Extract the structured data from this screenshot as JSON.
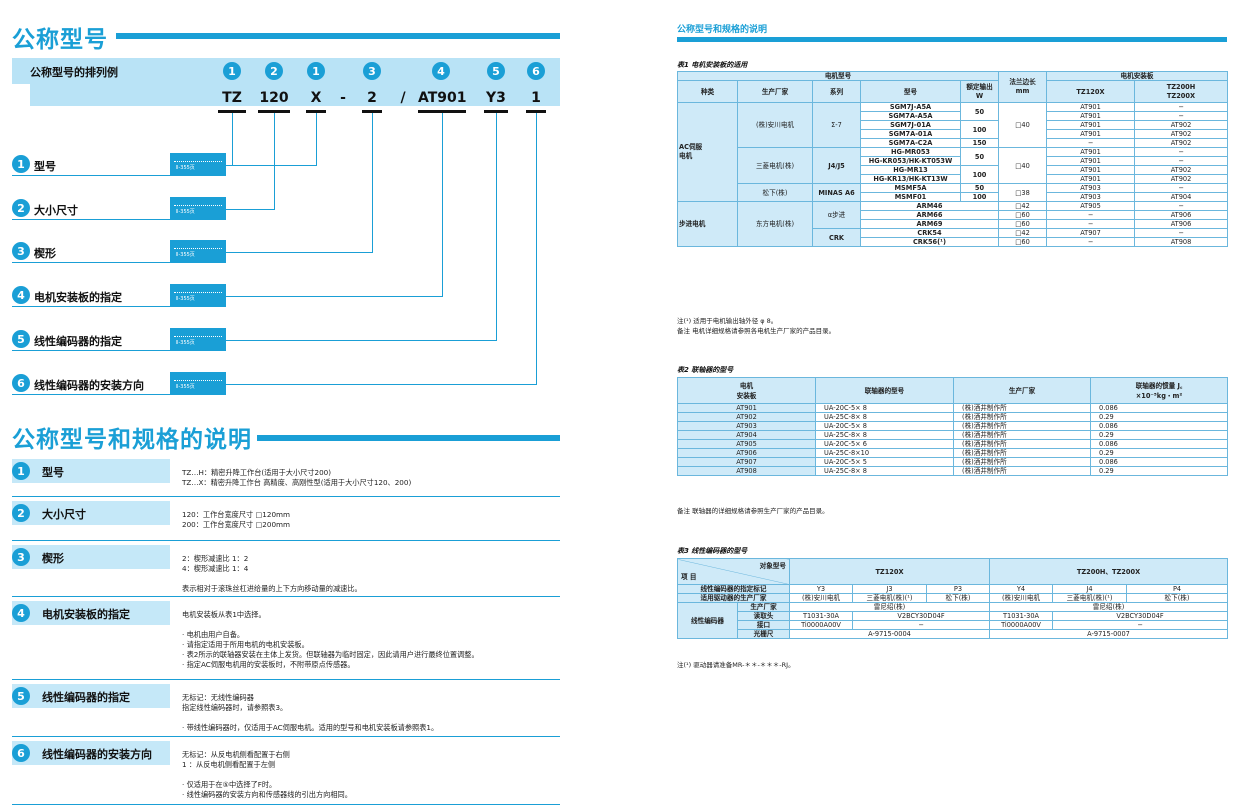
{
  "left": {
    "title1": "公称型号",
    "band_label": "公称型号的排列例",
    "nums": [
      "1",
      "2",
      "1",
      "3",
      "4",
      "5",
      "6"
    ],
    "codes": [
      "TZ",
      "120",
      "X",
      "-",
      "2",
      "/",
      "AT901",
      "Y3",
      "1"
    ],
    "items": [
      {
        "n": "1",
        "label": "型号",
        "page": "Ⅱ-355页"
      },
      {
        "n": "2",
        "label": "大小尺寸",
        "page": "Ⅱ-355页"
      },
      {
        "n": "3",
        "label": "楔形",
        "page": "Ⅱ-355页"
      },
      {
        "n": "4",
        "label": "电机安装板的指定",
        "page": "Ⅱ-355页"
      },
      {
        "n": "5",
        "label": "线性编码器的指定",
        "page": "Ⅱ-355页"
      },
      {
        "n": "6",
        "label": "线性编码器的安装方向",
        "page": "Ⅱ-355页"
      }
    ],
    "title2": "公称型号和规格的说明",
    "specs": [
      {
        "n": "1",
        "label": "型号",
        "text": [
          "TZ…H：精密升降工作台(适用于大小尺寸200)",
          "TZ…X：精密升降工作台 高精度、高刚性型(适用于大小尺寸120、200)"
        ]
      },
      {
        "n": "2",
        "label": "大小尺寸",
        "text": [
          "120：工作台宽度尺寸 □120mm",
          "200：工作台宽度尺寸 □200mm"
        ]
      },
      {
        "n": "3",
        "label": "楔形",
        "text": [
          "2：楔形减速比 1：2",
          "4：楔形减速比 1：4",
          "",
          "表示相对于滚珠丝杠进给量的上下方向移动量的减速比。"
        ]
      },
      {
        "n": "4",
        "label": "电机安装板的指定",
        "text": [
          "电机安装板从表1中选择。",
          "",
          "· 电机由用户自备。",
          "· 请指定适用于所用电机的电机安装板。",
          "· 表2所示的联轴器安装在主体上发货。但联轴器为临时固定，因此请用户进行最终位置调整。",
          "· 指定AC伺服电机用的安装板时，不附带原点传感器。"
        ]
      },
      {
        "n": "5",
        "label": "线性编码器的指定",
        "text": [
          "无标记：无线性编码器",
          "指定线性编码器时，请参照表3。",
          "",
          "· 带线性编码器时，仅适用于AC伺服电机。适用的型号和电机安装板请参照表1。"
        ]
      },
      {
        "n": "6",
        "label": "线性编码器的安装方向",
        "text": [
          "无标记：从反电机侧看配置于右侧",
          "1    ：从反电机侧看配置于左侧",
          "",
          "· 仅适用于在⑤中选择了F时。",
          "· 线性编码器的安装方向和传感器线的引出方向相同。"
        ]
      }
    ]
  },
  "right": {
    "title": "公称型号和规格的说明",
    "t1": {
      "title": "表1 电机安装板的适用",
      "h": {
        "motor": "电机型号",
        "flange": "法兰边长",
        "flange_unit": "mm",
        "plate": "电机安装板",
        "kind": "种类",
        "maker": "生产厂家",
        "series": "系列",
        "model": "型号",
        "power": "额定输出",
        "power_unit": "W",
        "tz120": "TZ120X",
        "tz200a": "TZ200H",
        "tz200b": "TZ200X"
      },
      "ac": "AC伺服",
      "ac2": "电机",
      "step": "步进电机",
      "m1": "(株)安川电机",
      "s1": "Σ-7",
      "m2": "三菱电机(株)",
      "s2": "J4/J5",
      "m3": "松下(株)",
      "s3": "MINAS A6",
      "m4": "东方电机(株)",
      "s4": "α步进",
      "s5": "CRK",
      "models": [
        "SGM7J-A5A",
        "SGM7A-A5A",
        "SGM7J-01A",
        "SGM7A-01A",
        "SGM7A-C2A",
        "HG-MR053",
        "HG-KR053/HK-KT053W",
        "HG-MR13",
        "HG-KR13/HK-KT13W",
        "MSMF5A",
        "MSMF01",
        "ARM46",
        "ARM66",
        "ARM69",
        "CRK54",
        "CRK56(¹)"
      ],
      "powers": [
        "50",
        "100",
        "150",
        "50",
        "100",
        "50",
        "100"
      ],
      "flanges": [
        "□40",
        "□40",
        "□38",
        "□42",
        "□60",
        "□60",
        "□42",
        "□60"
      ],
      "a": [
        "AT901",
        "AT901",
        "AT901",
        "AT901",
        "−",
        "AT901",
        "AT901",
        "AT901",
        "AT901",
        "AT903",
        "AT903",
        "AT905",
        "−",
        "−",
        "AT907",
        "−"
      ],
      "b": [
        "−",
        "−",
        "AT902",
        "AT902",
        "AT902",
        "−",
        "−",
        "AT902",
        "AT902",
        "−",
        "AT904",
        "−",
        "AT906",
        "AT906",
        "−",
        "AT908"
      ],
      "notes": [
        "注(¹)  适用于电机输出轴外径 φ 8。",
        "备注   电机详细规格请参照各电机生产厂家的产品目录。"
      ]
    },
    "t2": {
      "title": "表2 联轴器的型号",
      "h": [
        "电机",
        "安装板",
        "联轴器的型号",
        "生产厂家",
        "联轴器的惯量 J꜀",
        "×10⁻⁵kg・m²"
      ],
      "rows": [
        [
          "AT901",
          "UA-20C-5× 8",
          "(株)酒井制作所",
          "0.086"
        ],
        [
          "AT902",
          "UA-25C-8× 8",
          "(株)酒井制作所",
          "0.29"
        ],
        [
          "AT903",
          "UA-20C-5× 8",
          "(株)酒井制作所",
          "0.086"
        ],
        [
          "AT904",
          "UA-25C-8× 8",
          "(株)酒井制作所",
          "0.29"
        ],
        [
          "AT905",
          "UA-20C-5× 6",
          "(株)酒井制作所",
          "0.086"
        ],
        [
          "AT906",
          "UA-25C-8×10",
          "(株)酒井制作所",
          "0.29"
        ],
        [
          "AT907",
          "UA-20C-5× 5",
          "(株)酒井制作所",
          "0.086"
        ],
        [
          "AT908",
          "UA-25C-8× 8",
          "(株)酒井制作所",
          "0.29"
        ]
      ],
      "note": "备注   联轴器的详细规格请参照生产厂家的产品目录。"
    },
    "t3": {
      "title": "表3 线性编码器的型号",
      "h": {
        "target": "对象型号",
        "item": "项  目",
        "tz120": "TZ120X",
        "tz200": "TZ200H、TZ200X"
      },
      "r1": [
        "线性编码器的指定标记",
        "Y3",
        "J3",
        "P3",
        "Y4",
        "J4",
        "P4"
      ],
      "r2": [
        "适用驱动器的生产厂家",
        "(株)安川电机",
        "三菱电机(株)(¹)",
        "松下(株)",
        "(株)安川电机",
        "三菱电机(株)(¹)",
        "松下(株)"
      ],
      "enc": "线性编码器",
      "sub": [
        "生产厂家",
        "读取头",
        "接口",
        "光栅尺"
      ],
      "maker": "雷尼绍(株)",
      "head": [
        "T1031-30A",
        "V2BCY30D04F"
      ],
      "iface": [
        "Ti0000A00V",
        "−"
      ],
      "scale": [
        "A-9715-0004",
        "A-9715-0007"
      ],
      "note": "注(¹)  驱动器请准备MR-＊＊-＊＊＊-RJ。"
    }
  }
}
